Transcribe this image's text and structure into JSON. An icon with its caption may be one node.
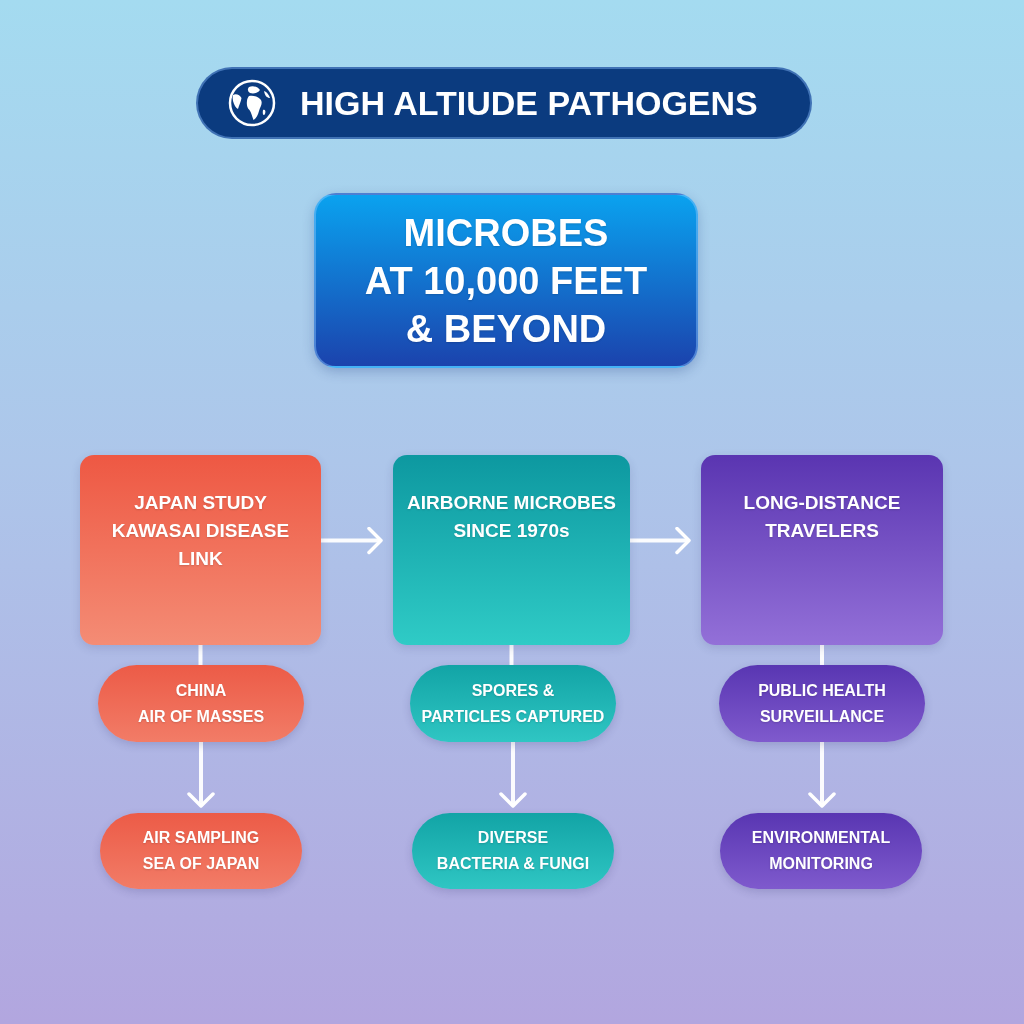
{
  "diagram": {
    "title": "HIGH ALTIUDE PATHOGENS",
    "nodes": [
      {
        "text": [
          "MICROBES AT 10,000 FEET & BEYOND"
        ]
      },
      {
        "text": [
          "JAPAN STUDY KAWASAI DISEASE LINK"
        ]
      },
      {
        "text": [
          "AIRBORNE MICROBES SINCE 1970s"
        ]
      },
      {
        "text": [
          "LONG-DISTANCE TRAVELERS"
        ]
      },
      {
        "text": [
          "CHINA AIR OF MASSES"
        ]
      },
      {
        "text": [
          "SPORES & PARTICLES CAPTURED"
        ]
      },
      {
        "text": [
          "PUBLIC HEALTH SURVEILLANCE"
        ]
      },
      {
        "text": [
          "AIR SAMPLING SEA OF JAPAN"
        ]
      },
      {
        "text": [
          "DIVERSE BACTERIA & FUNGI"
        ]
      },
      {
        "text": [
          "ENVIRONMENTAL MONITORING"
        ]
      }
    ],
    "edges": [
      {
        "from": 1,
        "to": 2,
        "arrow": "to"
      },
      {
        "from": 2,
        "to": 3,
        "arrow": "to"
      },
      {
        "from": 1,
        "to": 4,
        "arrow": "none"
      },
      {
        "from": 4,
        "to": 7,
        "arrow": "to"
      },
      {
        "from": 2,
        "to": 5,
        "arrow": "none"
      },
      {
        "from": 5,
        "to": 8,
        "arrow": "to"
      },
      {
        "from": 3,
        "to": 6,
        "arrow": "none"
      },
      {
        "from": 6,
        "to": 9,
        "arrow": "to"
      }
    ]
  }
}
